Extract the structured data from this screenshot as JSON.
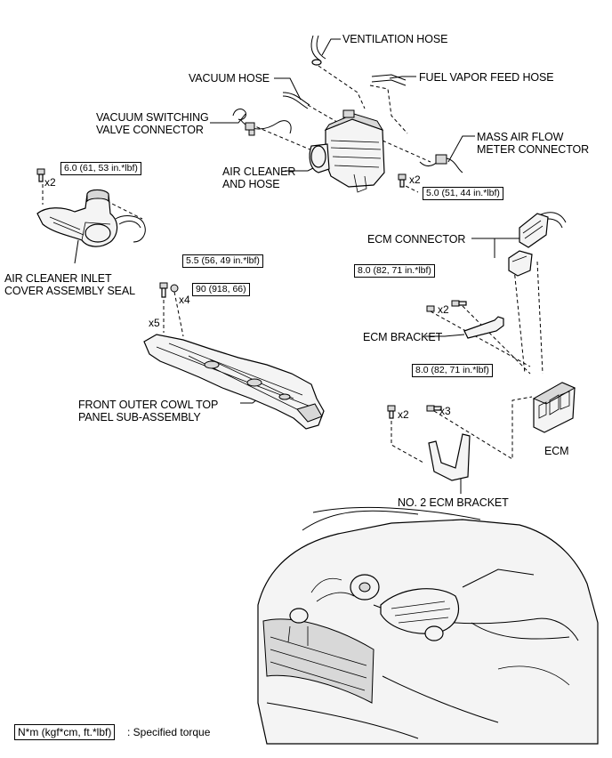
{
  "labels": {
    "ventilation_hose": "VENTILATION HOSE",
    "vacuum_hose": "VACUUM HOSE",
    "fuel_vapor_feed_hose": "FUEL VAPOR FEED HOSE",
    "vsv_connector_l1": "VACUUM SWITCHING",
    "vsv_connector_l2": "VALVE CONNECTOR",
    "maf_connector_l1": "MASS AIR FLOW",
    "maf_connector_l2": "METER CONNECTOR",
    "air_cleaner_l1": "AIR CLEANER",
    "air_cleaner_l2": "AND HOSE",
    "ecm_connector": "ECM CONNECTOR",
    "inlet_seal_l1": "AIR CLEANER INLET",
    "inlet_seal_l2": "COVER ASSEMBLY SEAL",
    "ecm_bracket": "ECM BRACKET",
    "cowl_l1": "FRONT OUTER COWL TOP",
    "cowl_l2": "PANEL SUB-ASSEMBLY",
    "ecm": "ECM",
    "no2_ecm_bracket": "NO. 2 ECM BRACKET"
  },
  "torques": {
    "inlet_seal_bolt": "6.0 (61, 53 in.*lbf)",
    "air_cleaner_bolt": "5.0 (51, 44 in.*lbf)",
    "cowl_bolt": "5.5 (56, 49 in.*lbf)",
    "cowl_nut": "90 (918, 66)",
    "ecm_bracket_bolt": "8.0 (82, 71 in.*lbf)",
    "no2_bracket_bolt": "8.0 (82, 71 in.*lbf)"
  },
  "quantities": {
    "inlet_seal_x2": "x2",
    "air_cleaner_x2": "x2",
    "cowl_x4": "x4",
    "cowl_x5": "x5",
    "ecm_bracket_x2": "x2",
    "no2_x2": "x2",
    "no2_x3": "x3"
  },
  "legend": {
    "unit": "N*m (kgf*cm, ft.*lbf)",
    "meaning": ": Specified torque"
  }
}
